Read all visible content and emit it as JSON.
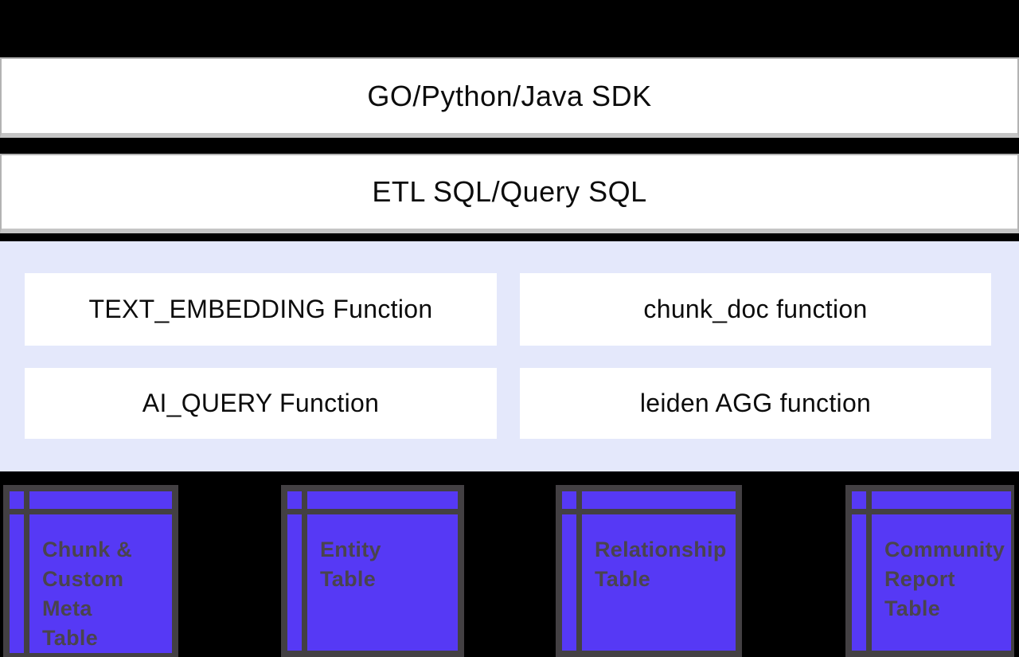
{
  "layers": {
    "sdk_bar": {
      "label": "GO/Python/Java SDK"
    },
    "sql_bar": {
      "label": "ETL SQL/Query SQL"
    }
  },
  "functions": {
    "items": [
      {
        "label": "TEXT_EMBEDDING Function"
      },
      {
        "label": "chunk_doc function"
      },
      {
        "label": "AI_QUERY Function"
      },
      {
        "label": "leiden AGG function"
      }
    ]
  },
  "tables": {
    "items": [
      {
        "label": "Chunk &\nCustom Meta\nTable"
      },
      {
        "label": "Entity\nTable"
      },
      {
        "label": "Relationship\nTable"
      },
      {
        "label": "Community\nReport\nTable"
      }
    ]
  },
  "colors": {
    "background": "#000000",
    "layer_bar_fill": "#ffffff",
    "layer_bar_border": "#b3b3b3",
    "panel_background": "#e4e8fb",
    "table_fill": "#5639f5",
    "table_border": "#434043",
    "table_text": "#4a444d",
    "text_primary": "#0c0c0c"
  }
}
